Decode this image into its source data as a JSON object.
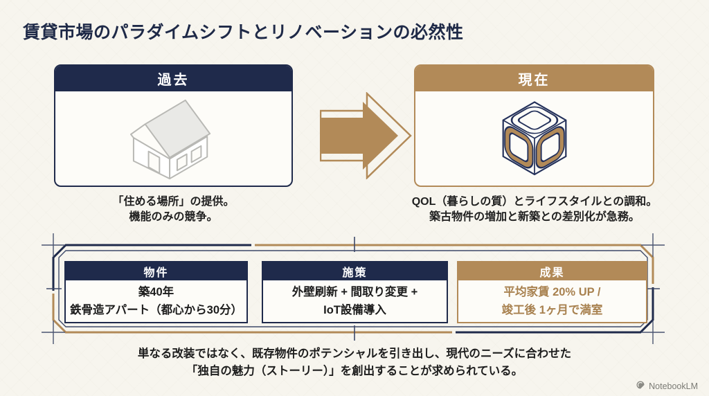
{
  "title": "賃貸市場のパラダイムシフトとリノベーションの必然性",
  "colors": {
    "navy": "#1f2a4b",
    "tan": "#b28a58",
    "background": "#f7f5ee",
    "result_text": "#a8814f"
  },
  "past_card": {
    "header": "過去",
    "icon": "isometric-house-icon",
    "caption_line1": "「住める場所」の提供。",
    "caption_line2": "機能のみの競争。"
  },
  "present_card": {
    "header": "現在",
    "icon": "knot-cube-icon",
    "caption_line1": "QOL（暮らしの質）とライフスタイルとの調和。",
    "caption_line2": "築古物件の増加と新築との差別化が急務。"
  },
  "arrow": {
    "direction": "right"
  },
  "case_panel": {
    "columns": [
      {
        "header": "物件",
        "line1": "築40年",
        "line2": "鉄骨造アパート（都心から30分）",
        "accent": "navy"
      },
      {
        "header": "施策",
        "line1": "外壁刷新 + 間取り変更 +",
        "line2": "IoT設備導入",
        "accent": "navy"
      },
      {
        "header": "成果",
        "line1": "平均家賃 20% UP /",
        "line2": "竣工後 1ヶ月で満室",
        "accent": "tan"
      }
    ]
  },
  "summary": {
    "line1": "単なる改装ではなく、既存物件のポテンシャルを引き出し、現代のニーズに合わせた",
    "line2": "「独自の魅力（ストーリー）」を創出することが求められている。"
  },
  "footer": {
    "brand": "NotebookLM"
  }
}
